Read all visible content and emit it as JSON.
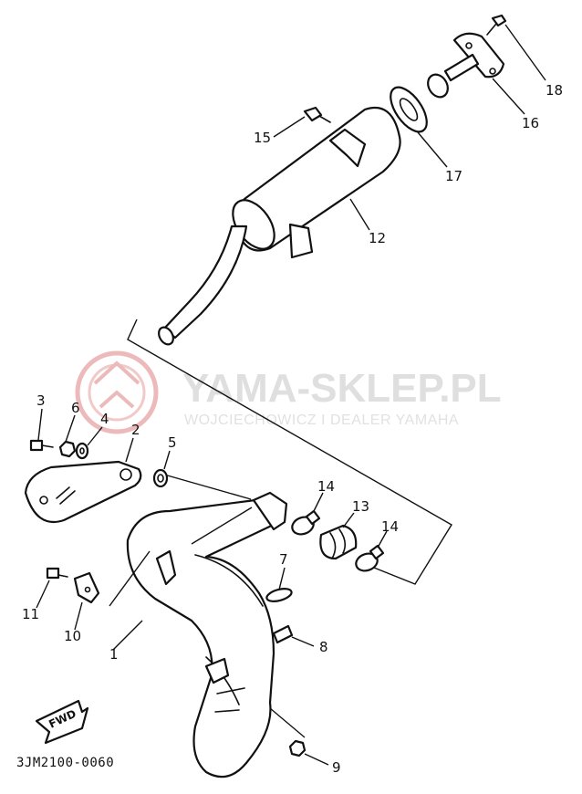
{
  "watermark": {
    "brand": "YAMA-SKLEP.PL",
    "tagline": "WOJCIECHOWICZ I DEALER YAMAHA",
    "logo_color": "#e8b0b0",
    "text_color": "#d9d9d9"
  },
  "diagram": {
    "drawing_code": "3JM2100-0060",
    "fwd_label": "FWD",
    "callouts": [
      "1",
      "2",
      "3",
      "4",
      "5",
      "6",
      "7",
      "8",
      "9",
      "10",
      "11",
      "12",
      "13",
      "14",
      "14",
      "15",
      "16",
      "17",
      "18"
    ]
  }
}
